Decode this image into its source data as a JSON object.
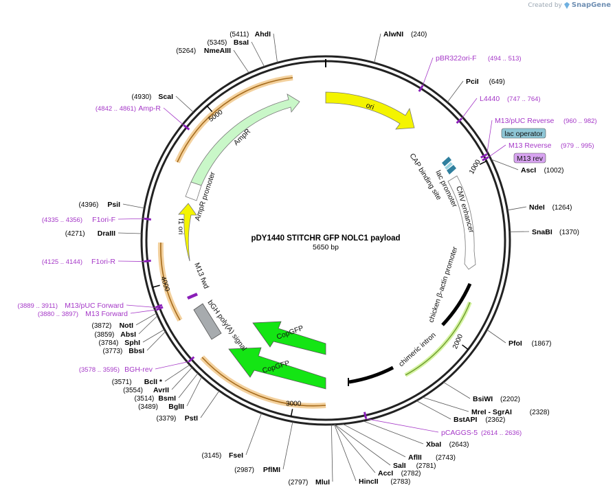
{
  "credit": {
    "prefix": "Created by",
    "brand": "SnapGene"
  },
  "plasmid": {
    "name": "pDY1440 STITCHR GFP NOLC1 payload",
    "size_label": "5650 bp",
    "total_bp": 5650
  },
  "ticks": [
    "1000",
    "2000",
    "3000",
    "4000",
    "5000"
  ],
  "enzymes": [
    {
      "name": "AhdI",
      "pos": "(5411)",
      "bp": 5411
    },
    {
      "name": "BsaI",
      "pos": "(5345)",
      "bp": 5345
    },
    {
      "name": "NmeAIII",
      "pos": "(5264)",
      "bp": 5264
    },
    {
      "name": "AlwNI",
      "pos": "(240)",
      "bp": 240
    },
    {
      "name": "PciI",
      "pos": "(649)",
      "bp": 649
    },
    {
      "name": "AscI",
      "pos": "(1002)",
      "bp": 1002
    },
    {
      "name": "ScaI",
      "pos": "(4930)",
      "bp": 4930
    },
    {
      "name": "NdeI",
      "pos": "(1264)",
      "bp": 1264
    },
    {
      "name": "SnaBI",
      "pos": "(1370)",
      "bp": 1370
    },
    {
      "name": "PsiI",
      "pos": "(4396)",
      "bp": 4396
    },
    {
      "name": "DraIII",
      "pos": "(4271)",
      "bp": 4271
    },
    {
      "name": "PfoI",
      "pos": "(1867)",
      "bp": 1867
    },
    {
      "name": "NotI",
      "pos": "(3872)",
      "bp": 3872
    },
    {
      "name": "AbsI",
      "pos": "(3859)",
      "bp": 3859
    },
    {
      "name": "SphI",
      "pos": "(3784)",
      "bp": 3784
    },
    {
      "name": "BbsI",
      "pos": "(3773)",
      "bp": 3773
    },
    {
      "name": "BsiWI",
      "pos": "(2202)",
      "bp": 2202
    },
    {
      "name": "MreI - SgrAI",
      "pos": "(2328)",
      "bp": 2328
    },
    {
      "name": "BstAPI",
      "pos": "(2362)",
      "bp": 2362
    },
    {
      "name": "BclI *",
      "pos": "(3571)",
      "bp": 3571
    },
    {
      "name": "AvrII",
      "pos": "(3554)",
      "bp": 3554
    },
    {
      "name": "BsmI",
      "pos": "(3514)",
      "bp": 3514
    },
    {
      "name": "BglII",
      "pos": "(3489)",
      "bp": 3489
    },
    {
      "name": "PstI",
      "pos": "(3379)",
      "bp": 3379
    },
    {
      "name": "XbaI",
      "pos": "(2643)",
      "bp": 2643
    },
    {
      "name": "AflII",
      "pos": "(2743)",
      "bp": 2743
    },
    {
      "name": "SalI",
      "pos": "(2781)",
      "bp": 2781
    },
    {
      "name": "AccI",
      "pos": "(2782)",
      "bp": 2782
    },
    {
      "name": "HincII",
      "pos": "(2783)",
      "bp": 2783
    },
    {
      "name": "FseI",
      "pos": "(3145)",
      "bp": 3145
    },
    {
      "name": "PflMI",
      "pos": "(2987)",
      "bp": 2987
    },
    {
      "name": "MluI",
      "pos": "(2797)",
      "bp": 2797
    }
  ],
  "primers": [
    {
      "name": "pBR322ori-F",
      "pos": "(494 .. 513)",
      "bp": 503
    },
    {
      "name": "L4440",
      "pos": "(747 .. 764)",
      "bp": 755
    },
    {
      "name": "M13/pUC Reverse",
      "pos": "(960 .. 982)",
      "bp": 971
    },
    {
      "name": "M13 Reverse",
      "pos": "(979 .. 995)",
      "bp": 987
    },
    {
      "name": "Amp-R",
      "pos": "(4842 .. 4861)",
      "bp": 4851
    },
    {
      "name": "F1ori-F",
      "pos": "(4335 .. 4356)",
      "bp": 4345
    },
    {
      "name": "F1ori-R",
      "pos": "(4125 .. 4144)",
      "bp": 4134
    },
    {
      "name": "M13/pUC Forward",
      "pos": "(3889 .. 3911)",
      "bp": 3900
    },
    {
      "name": "M13 Forward",
      "pos": "(3880 .. 3897)",
      "bp": 3888
    },
    {
      "name": "BGH-rev",
      "pos": "(3578 .. 3595)",
      "bp": 3586
    },
    {
      "name": "pCAGGS-5",
      "pos": "(2614 .. 2636)",
      "bp": 2625
    }
  ],
  "boxed_labels": {
    "lac_operator": "lac operator",
    "m13_rev": "M13 rev"
  },
  "features": {
    "ori": "ori",
    "ampr": "AmpR",
    "ampr_promoter": "AmpR promoter",
    "f1_ori": "f1 ori",
    "cap_binding_site": "CAP binding site",
    "lac_promoter": "lac promoter",
    "cmv_enhancer": "CMV enhancer",
    "chicken_actin_promoter": "chicken β-actin promoter",
    "chimeric_intron": "chimeric intron",
    "copgfp_1": "CopGFP",
    "copgfp_2": "CopGFP",
    "bgh_polya": "bGH poly(A) signal",
    "m13_fwd": "M13 fwd"
  },
  "colors": {
    "backbone": "#222222",
    "ori": "#f4f400",
    "ampr": "#c9f7c8",
    "copgfp": "#14e514",
    "f1_ori": "#f4f400",
    "bgh": "#a7abae",
    "primer": "#a436c7",
    "highlight": "#f0c686",
    "lac_operator_fill": "#8ec6d6",
    "m13rev_fill": "#d7a3f0"
  }
}
